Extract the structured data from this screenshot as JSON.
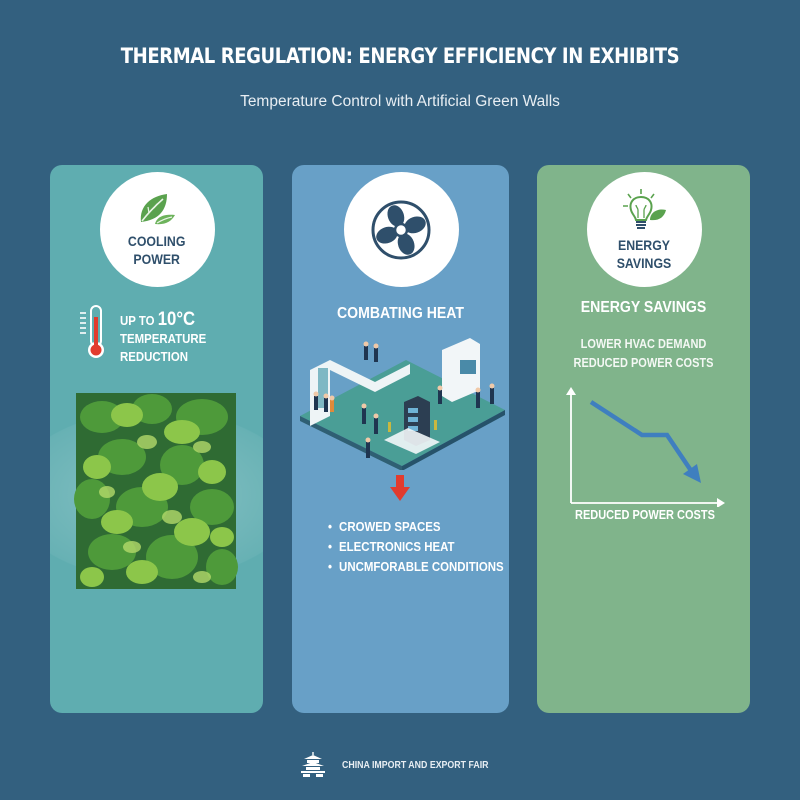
{
  "header": {
    "title": "THERMAL REGULATION: ENERGY EFFICIENCY IN EXHIBITS",
    "subtitle": "Temperature Control with Artificial Green Walls"
  },
  "colors": {
    "background": "#33607f",
    "panel_cooling": "#5fadb0",
    "panel_heat": "#68a0c7",
    "panel_savings": "#80b48b",
    "badge_text": "#2f4f6b",
    "leaf_green": "#5aa24e",
    "arrow_red": "#e23b2e",
    "chart_line": "#3f7fbf"
  },
  "panels": [
    {
      "id": "cooling",
      "icon": "leaf-icon",
      "badge_lines": [
        "COOLING",
        "POWER"
      ],
      "stat_prefix": "UP TO ",
      "stat_value": "10°C",
      "stat_lines": [
        "TEMPERATURE",
        "REDUCTION"
      ],
      "image": "green-wall-illustration"
    },
    {
      "id": "heat",
      "icon": "fan-icon",
      "heading": "COMBATING HEAT",
      "image": "exhibition-booth-illustration",
      "bullets": [
        "CROWED SPACES",
        "ELECTRONICS HEAT",
        "UNCMFORABLE CONDITIONS"
      ]
    },
    {
      "id": "savings",
      "icon": "lightbulb-leaf-icon",
      "badge_lines": [
        "ENERGY",
        "SAVINGS"
      ],
      "heading": "ENERGY SAVINGS",
      "sublines": [
        "LOWER HVAC DEMAND",
        "REDUCED POWER COSTS"
      ],
      "chart_label": "REDUCED POWER COSTS"
    }
  ],
  "footer": {
    "icon": "pagoda-icon",
    "text": "CHINA IMPORT AND EXPORT FAIR"
  }
}
